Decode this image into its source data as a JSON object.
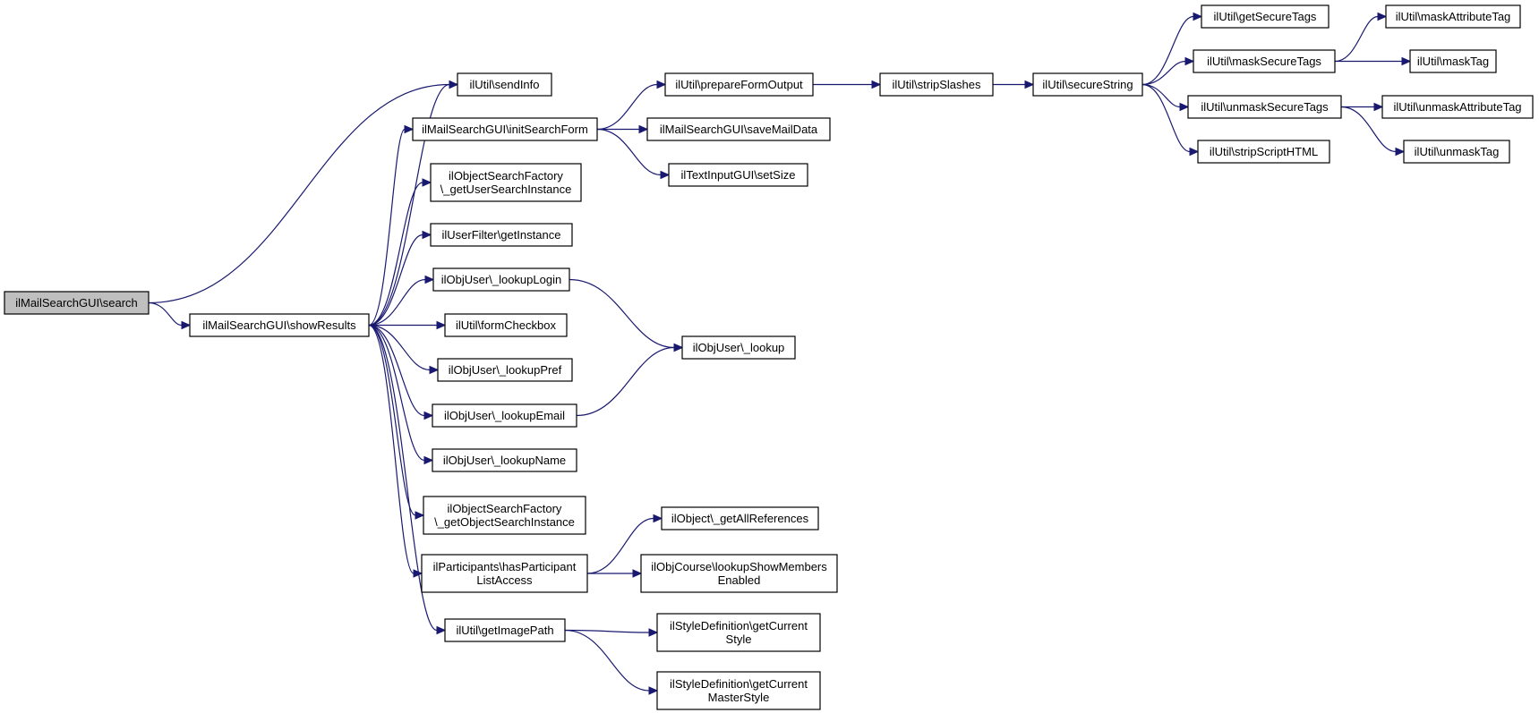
{
  "diagram": {
    "type": "call-graph",
    "root": "n0",
    "nodes": [
      {
        "id": "n0",
        "label": [
          "ilMailSearchGUI\\search"
        ],
        "root": true
      },
      {
        "id": "n1",
        "label": [
          "ilUtil\\sendInfo"
        ]
      },
      {
        "id": "n2",
        "label": [
          "ilMailSearchGUI\\showResults"
        ]
      },
      {
        "id": "n3",
        "label": [
          "ilMailSearchGUI\\initSearchForm"
        ]
      },
      {
        "id": "n4",
        "label": [
          "ilObjectSearchFactory",
          "\\_getUserSearchInstance"
        ]
      },
      {
        "id": "n5",
        "label": [
          "ilUserFilter\\getInstance"
        ]
      },
      {
        "id": "n6",
        "label": [
          "ilObjUser\\_lookupLogin"
        ]
      },
      {
        "id": "n7",
        "label": [
          "ilUtil\\formCheckbox"
        ]
      },
      {
        "id": "n8",
        "label": [
          "ilObjUser\\_lookupPref"
        ]
      },
      {
        "id": "n9",
        "label": [
          "ilObjUser\\_lookupEmail"
        ]
      },
      {
        "id": "n10",
        "label": [
          "ilObjUser\\_lookupName"
        ]
      },
      {
        "id": "n11",
        "label": [
          "ilObjectSearchFactory",
          "\\_getObjectSearchInstance"
        ]
      },
      {
        "id": "n12",
        "label": [
          "ilParticipants\\hasParticipant",
          "ListAccess"
        ]
      },
      {
        "id": "n13",
        "label": [
          "ilUtil\\getImagePath"
        ]
      },
      {
        "id": "n14",
        "label": [
          "ilUtil\\prepareFormOutput"
        ]
      },
      {
        "id": "n15",
        "label": [
          "ilMailSearchGUI\\saveMailData"
        ]
      },
      {
        "id": "n16",
        "label": [
          "ilTextInputGUI\\setSize"
        ]
      },
      {
        "id": "n17",
        "label": [
          "ilObjUser\\_lookup"
        ]
      },
      {
        "id": "n18",
        "label": [
          "ilObject\\_getAllReferences"
        ]
      },
      {
        "id": "n19",
        "label": [
          "ilObjCourse\\lookupShowMembers",
          "Enabled"
        ]
      },
      {
        "id": "n20",
        "label": [
          "ilStyleDefinition\\getCurrent",
          "Style"
        ]
      },
      {
        "id": "n21",
        "label": [
          "ilStyleDefinition\\getCurrent",
          "MasterStyle"
        ]
      },
      {
        "id": "n22",
        "label": [
          "ilUtil\\stripSlashes"
        ]
      },
      {
        "id": "n23",
        "label": [
          "ilUtil\\secureString"
        ]
      },
      {
        "id": "n24",
        "label": [
          "ilUtil\\getSecureTags"
        ]
      },
      {
        "id": "n25",
        "label": [
          "ilUtil\\maskSecureTags"
        ]
      },
      {
        "id": "n26",
        "label": [
          "ilUtil\\unmaskSecureTags"
        ]
      },
      {
        "id": "n27",
        "label": [
          "ilUtil\\stripScriptHTML"
        ]
      },
      {
        "id": "n28",
        "label": [
          "ilUtil\\maskAttributeTag"
        ]
      },
      {
        "id": "n29",
        "label": [
          "ilUtil\\maskTag"
        ]
      },
      {
        "id": "n30",
        "label": [
          "ilUtil\\unmaskAttributeTag"
        ]
      },
      {
        "id": "n31",
        "label": [
          "ilUtil\\unmaskTag"
        ]
      }
    ],
    "edges": [
      {
        "from": "n0",
        "to": "n1"
      },
      {
        "from": "n0",
        "to": "n2"
      },
      {
        "from": "n2",
        "to": "n1"
      },
      {
        "from": "n2",
        "to": "n3"
      },
      {
        "from": "n2",
        "to": "n4"
      },
      {
        "from": "n2",
        "to": "n5"
      },
      {
        "from": "n2",
        "to": "n6"
      },
      {
        "from": "n2",
        "to": "n7"
      },
      {
        "from": "n2",
        "to": "n8"
      },
      {
        "from": "n2",
        "to": "n9"
      },
      {
        "from": "n2",
        "to": "n10"
      },
      {
        "from": "n2",
        "to": "n11"
      },
      {
        "from": "n2",
        "to": "n12"
      },
      {
        "from": "n2",
        "to": "n13"
      },
      {
        "from": "n3",
        "to": "n14"
      },
      {
        "from": "n3",
        "to": "n15"
      },
      {
        "from": "n3",
        "to": "n16"
      },
      {
        "from": "n6",
        "to": "n17"
      },
      {
        "from": "n9",
        "to": "n17"
      },
      {
        "from": "n12",
        "to": "n18"
      },
      {
        "from": "n12",
        "to": "n19"
      },
      {
        "from": "n13",
        "to": "n20"
      },
      {
        "from": "n13",
        "to": "n21"
      },
      {
        "from": "n14",
        "to": "n22"
      },
      {
        "from": "n22",
        "to": "n23"
      },
      {
        "from": "n23",
        "to": "n24"
      },
      {
        "from": "n23",
        "to": "n25"
      },
      {
        "from": "n23",
        "to": "n26"
      },
      {
        "from": "n23",
        "to": "n27"
      },
      {
        "from": "n25",
        "to": "n28"
      },
      {
        "from": "n25",
        "to": "n29"
      },
      {
        "from": "n26",
        "to": "n30"
      },
      {
        "from": "n26",
        "to": "n31"
      }
    ]
  },
  "colors": {
    "edge": "#191970",
    "root_fill": "#bfbfbf",
    "node_fill": "#ffffff",
    "node_border": "#000000"
  }
}
